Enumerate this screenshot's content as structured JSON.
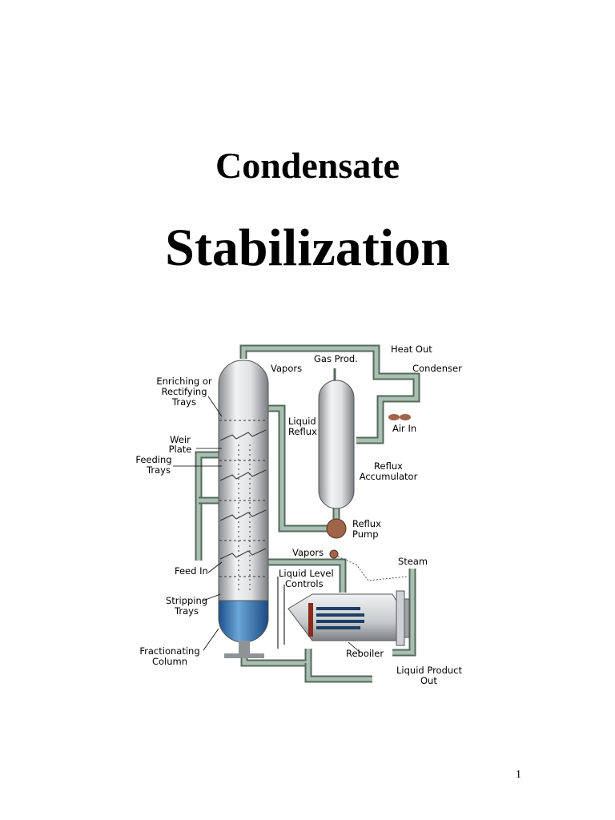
{
  "title_line1": "Condensate",
  "title_line2": "Stabilization",
  "diagram": {
    "labels": {
      "enriching": [
        "Enriching or",
        "Rectifying",
        "Trays"
      ],
      "vapors_top": "Vapors",
      "gas_prod": "Gas Prod.",
      "heat_out": "Heat Out",
      "condenser": "Condenser",
      "liquid_reflux": [
        "Liquid",
        "Reflux"
      ],
      "air_in": "Air In",
      "weir_plate": [
        "Weir",
        "Plate"
      ],
      "feeding_trays": [
        "Feeding",
        "Trays"
      ],
      "reflux_accumulator": [
        "Reflux",
        "Accumulator"
      ],
      "reflux_pump": [
        "Reflux",
        "Pump"
      ],
      "vapors_bottom": "Vapors",
      "steam": "Steam",
      "feed_in": "Feed In",
      "liquid_level_controls": [
        "Liquid Level",
        "Controls"
      ],
      "stripping_trays": [
        "Stripping",
        "Trays"
      ],
      "fractionating_column": [
        "Fractionating",
        "Column"
      ],
      "reboiler": "Reboiler",
      "liquid_product_out": [
        "Liquid Product",
        "Out"
      ]
    }
  },
  "page_number": "1"
}
